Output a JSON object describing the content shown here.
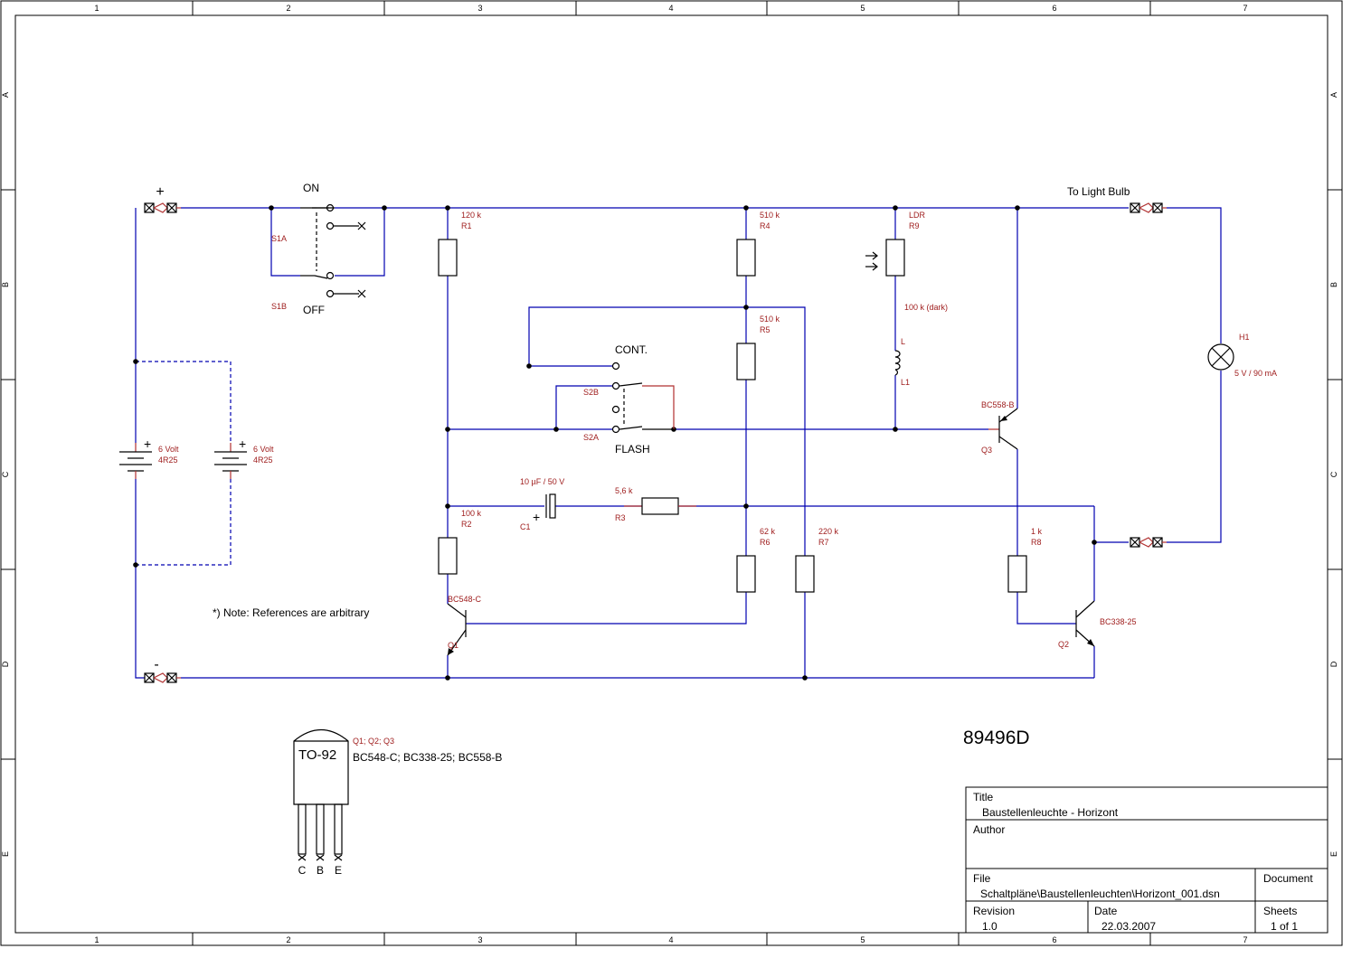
{
  "frame": {
    "columns": [
      "1",
      "2",
      "3",
      "4",
      "5",
      "6",
      "7"
    ],
    "rows": [
      "A",
      "B",
      "C",
      "D",
      "E"
    ]
  },
  "labels": {
    "plus": "+",
    "minus": "-",
    "on": "ON",
    "off": "OFF",
    "cont": "CONT.",
    "flash": "FLASH",
    "to_light_bulb": "To Light Bulb",
    "note": "*) Note: References are arbitrary",
    "doc_number": "89496D"
  },
  "components": {
    "S1A": {
      "ref": "S1A"
    },
    "S1B": {
      "ref": "S1B"
    },
    "S2A": {
      "ref": "S2A"
    },
    "S2B": {
      "ref": "S2B"
    },
    "R1": {
      "value": "120 k",
      "ref": "R1"
    },
    "R2": {
      "value": "100 k",
      "ref": "R2"
    },
    "R3": {
      "value": "5,6 k",
      "ref": "R3"
    },
    "R4": {
      "value": "510 k",
      "ref": "R4"
    },
    "R5": {
      "value": "510 k",
      "ref": "R5"
    },
    "R6": {
      "value": "62 k",
      "ref": "R6"
    },
    "R7": {
      "value": "220 k",
      "ref": "R7"
    },
    "R8": {
      "value": "1 k",
      "ref": "R8"
    },
    "R9": {
      "value": "LDR",
      "ref": "R9",
      "note": "100 k (dark)"
    },
    "L1": {
      "value": "L",
      "ref": "L1"
    },
    "C1": {
      "value": "10 µF / 50 V",
      "ref": "C1"
    },
    "H1": {
      "ref": "H1",
      "value": "5 V / 90 mA"
    },
    "Q1": {
      "ref": "Q1",
      "value": "BC548-C"
    },
    "Q2": {
      "ref": "Q2",
      "value": "BC338-25"
    },
    "Q3": {
      "ref": "Q3",
      "value": "BC558-B"
    },
    "BAT1": {
      "value": "6 Volt",
      "ref": "4R25"
    },
    "BAT2": {
      "value": "6 Volt",
      "ref": "4R25"
    }
  },
  "package": {
    "name": "TO-92",
    "refs": "Q1; Q2; Q3",
    "types": "BC548-C; BC338-25; BC558-B",
    "pins": [
      "C",
      "B",
      "E"
    ]
  },
  "title_block": {
    "title_label": "Title",
    "title": "Baustellenleuchte - Horizont",
    "author_label": "Author",
    "author": "",
    "file_label": "File",
    "file": "Schaltpläne\\Baustellenleuchten\\Horizont_001.dsn",
    "document_label": "Document",
    "document": "",
    "revision_label": "Revision",
    "revision": "1.0",
    "date_label": "Date",
    "date": "22.03.2007",
    "sheets_label": "Sheets",
    "sheets": "1 of 1"
  }
}
